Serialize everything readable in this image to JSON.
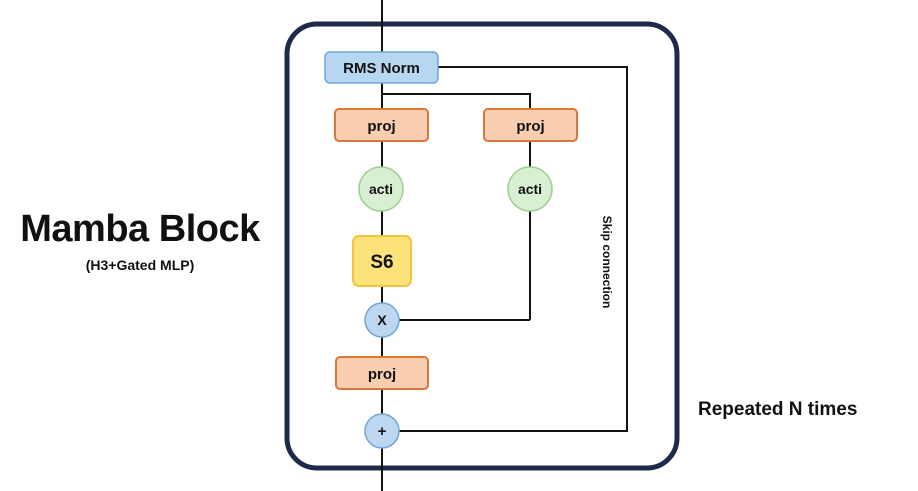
{
  "title": "Mamba Block",
  "subtitle": "(H3+Gated MLP)",
  "repeat_label": "Repeated N times",
  "skip_label": "Skip connection",
  "nodes": {
    "rms_norm": "RMS Norm",
    "proj_left": "proj",
    "proj_right": "proj",
    "acti_left": "acti",
    "acti_right": "acti",
    "s6": "S6",
    "multiply": "X",
    "proj_out": "proj",
    "add": "+"
  },
  "colors": {
    "frame": "#1d2a4a",
    "rms_fill": "#b6d6f1",
    "rms_stroke": "#6fa6d6",
    "proj_fill": "#f9cdb0",
    "proj_stroke": "#d9763a",
    "acti_fill": "#d9efd2",
    "acti_stroke": "#9fcf93",
    "s6_fill": "#fde27a",
    "s6_stroke": "#f2c53c",
    "op_fill": "#bcd7ef",
    "op_stroke": "#6fa6d6"
  }
}
